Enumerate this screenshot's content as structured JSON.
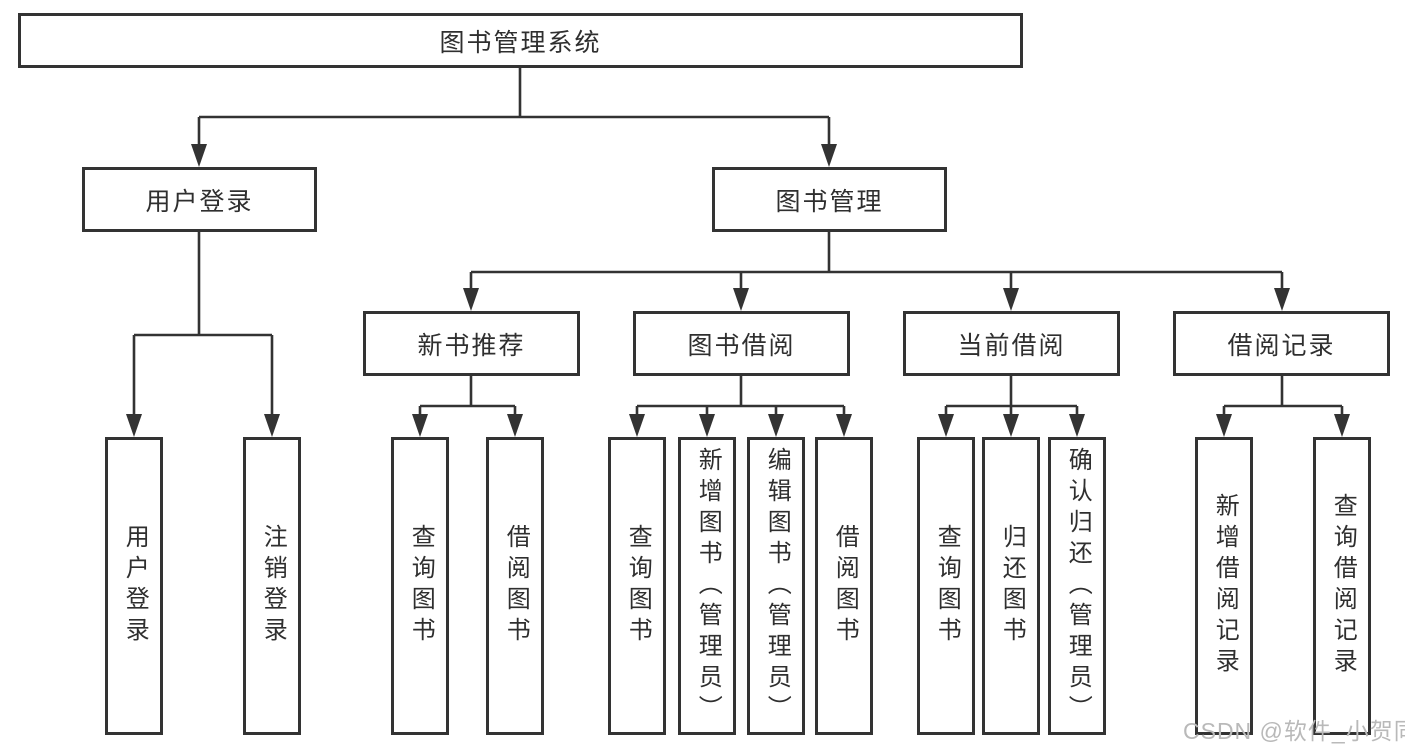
{
  "diagram": {
    "title": "图书管理系统",
    "watermark": "CSDN @软件_小贺同学",
    "colors": {
      "line": "#333333",
      "text": "#2f2f2f",
      "background": "#ffffff",
      "watermark": "#b9b9b9"
    },
    "nodes": {
      "root": {
        "label": "图书管理系统"
      },
      "level2": [
        {
          "id": "user-login",
          "label": "用户登录"
        },
        {
          "id": "book-management",
          "label": "图书管理"
        }
      ],
      "level3": [
        {
          "id": "new-book-recommendation",
          "label": "新书推荐",
          "parent": "图书管理"
        },
        {
          "id": "book-borrowing",
          "label": "图书借阅",
          "parent": "图书管理"
        },
        {
          "id": "current-borrowing",
          "label": "当前借阅",
          "parent": "图书管理"
        },
        {
          "id": "borrowing-records",
          "label": "借阅记录",
          "parent": "图书管理"
        }
      ],
      "leaves": [
        {
          "id": "user-login-leaf",
          "label": "用户登录",
          "parent": "用户登录"
        },
        {
          "id": "logout",
          "label": "注销登录",
          "parent": "用户登录"
        },
        {
          "id": "query-books-recommend",
          "label": "查询图书",
          "parent": "新书推荐"
        },
        {
          "id": "borrow-books-recommend",
          "label": "借阅图书",
          "parent": "新书推荐"
        },
        {
          "id": "query-books-borrow",
          "label": "查询图书",
          "parent": "图书借阅"
        },
        {
          "id": "add-books-admin",
          "label": "新增图书（管理员）",
          "parent": "图书借阅"
        },
        {
          "id": "edit-books-admin",
          "label": "编辑图书（管理员）",
          "parent": "图书借阅"
        },
        {
          "id": "borrow-books-borrow",
          "label": "借阅图书",
          "parent": "图书借阅"
        },
        {
          "id": "query-books-current",
          "label": "查询图书",
          "parent": "当前借阅"
        },
        {
          "id": "return-books",
          "label": "归还图书",
          "parent": "当前借阅"
        },
        {
          "id": "confirm-return-admin",
          "label": "确认归还（管理员）",
          "parent": "当前借阅"
        },
        {
          "id": "add-borrow-record",
          "label": "新增借阅记录",
          "parent": "借阅记录"
        },
        {
          "id": "query-borrow-record",
          "label": "查询借阅记录",
          "parent": "借阅记录"
        }
      ]
    }
  }
}
